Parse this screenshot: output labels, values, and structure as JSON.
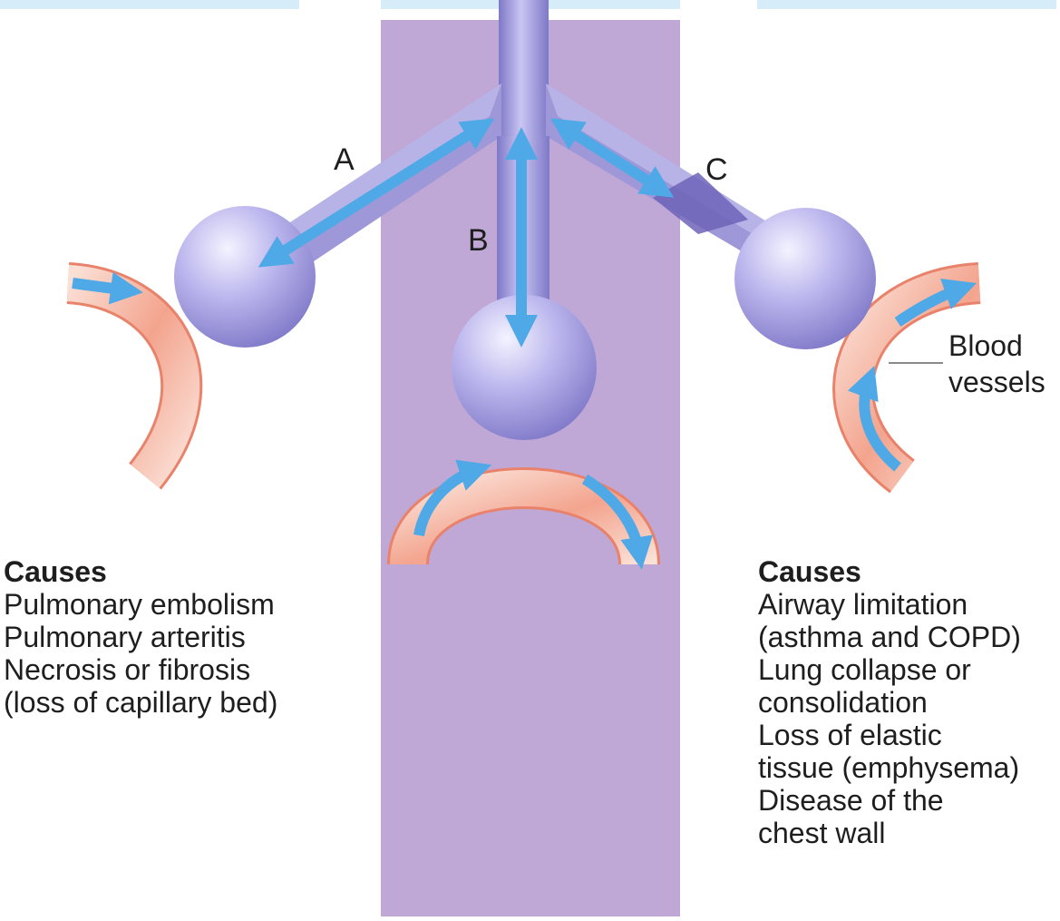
{
  "labels": {
    "a": "A",
    "b": "B",
    "c": "C",
    "blood_vessels_line1": "Blood",
    "blood_vessels_line2": "vessels"
  },
  "left_causes": {
    "title": "Causes",
    "lines": [
      "Pulmonary embolism",
      "Pulmonary arteritis",
      "Necrosis or fibrosis",
      "(loss of capillary bed)"
    ]
  },
  "right_causes": {
    "title": "Causes",
    "lines": [
      "Airway limitation",
      "(asthma and COPD)",
      "Lung collapse or",
      "consolidation",
      "Loss of elastic",
      "tissue (emphysema)",
      "Disease of the",
      "chest wall"
    ]
  },
  "colors": {
    "panel": "#c0a8d6",
    "top_tab": "#d6ecf8",
    "airway": "#9f98d8",
    "arrow": "#4fa9e6",
    "vessel": "#f0a08a",
    "leader_line": "#8a8a8a",
    "text": "#1e1e1e"
  }
}
